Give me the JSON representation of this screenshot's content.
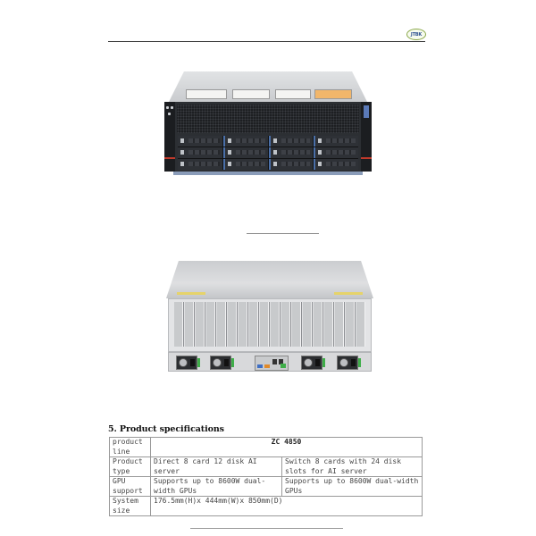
{
  "header": {
    "logo_text": "JTBK"
  },
  "images": [
    {
      "name": "server-front-view",
      "description": "4U GPU server, front view with 12 drive bays (3 rows x 4)"
    },
    {
      "name": "server-rear-view",
      "description": "4U GPU server, rear view with PCIe slots and 4 power supplies"
    }
  ],
  "section": {
    "heading": "5. Product specifications"
  },
  "spec_table": {
    "header": {
      "label": "product line",
      "value": "ZC 4850"
    },
    "rows": [
      {
        "label": "Product type",
        "col_a": "Direct 8 card 12 disk AI server",
        "col_b": "Switch 8 cards with 24 disk slots for AI server"
      },
      {
        "label": "GPU support",
        "col_a": "Supports up to 8600W dual-width GPUs",
        "col_b": "Supports up to 8600W dual-width GPUs"
      },
      {
        "label": "System size",
        "col_a": "176.5mm(H)x 444mm(W)x 850mm(D)",
        "col_b": ""
      }
    ]
  },
  "colors": {
    "bay_accent": "#4a6fa8",
    "psu_latch": "#3fae49",
    "label_orange": "#f1b66a"
  }
}
